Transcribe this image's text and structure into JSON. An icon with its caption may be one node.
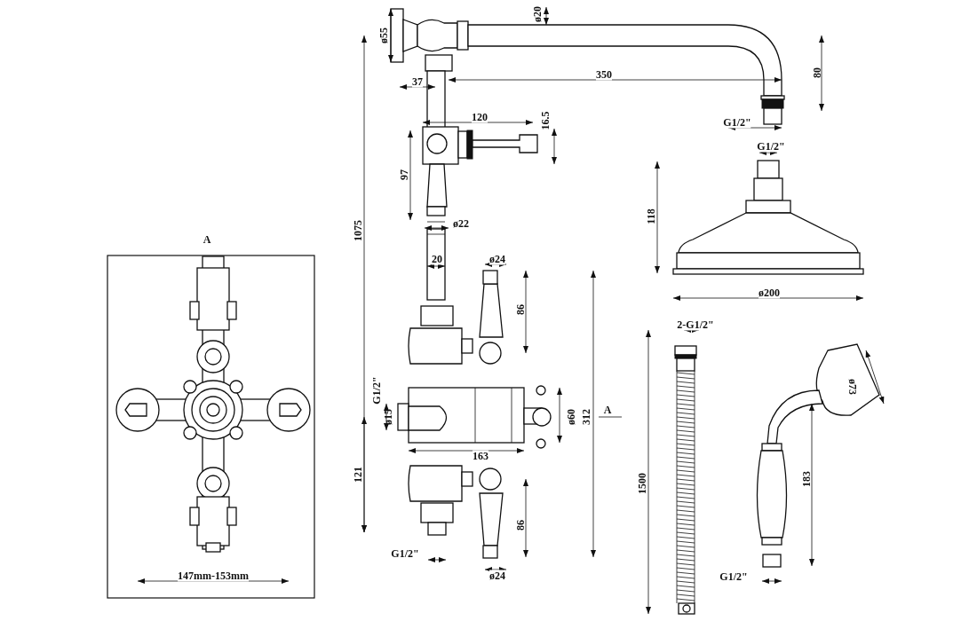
{
  "diagram": {
    "labels": [
      "ø20",
      "ø55",
      "350",
      "37",
      "80",
      "120",
      "16.5",
      "G1/2\"",
      "G1/2\"",
      "97",
      "1075",
      "118",
      "ø22",
      "A",
      "20",
      "ø24",
      "ø200",
      "86",
      "2-G1/2\"",
      "ø73",
      "G1/2\"",
      "ø15",
      "ø60",
      "312",
      "A",
      "163",
      "121",
      "183",
      "1500",
      "86",
      "G1/2\"",
      "G1/2\"",
      "ø24",
      "147mm-153mm"
    ]
  }
}
